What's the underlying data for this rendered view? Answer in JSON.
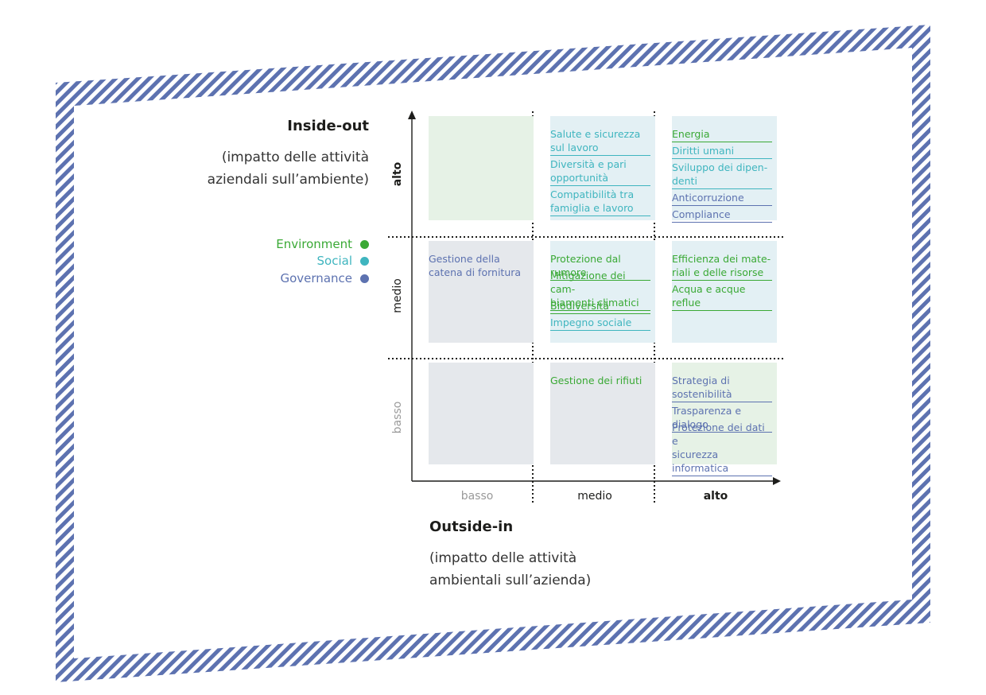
{
  "y_axis": {
    "title": "Inside-out",
    "subtitle": "(impatto delle attività\naziendali sull’ambiente)",
    "levels": [
      "alto",
      "medio",
      "basso"
    ]
  },
  "x_axis": {
    "title": "Outside-in",
    "subtitle": "(impatto delle attività\nambientali sull’azienda)",
    "levels": [
      "basso",
      "medio",
      "alto"
    ]
  },
  "colors": {
    "environment": "#3aa935",
    "social": "#3fb5bf",
    "governance": "#5d72b0",
    "fill_environment": "#e6f2e6",
    "fill_social": "#e3f0f4",
    "fill_governance": "#e5e8ec",
    "frame": "#5d72b0"
  },
  "legend": [
    {
      "label": "Environment",
      "category": "environment"
    },
    {
      "label": "Social",
      "category": "social"
    },
    {
      "label": "Governance",
      "category": "governance"
    }
  ],
  "matrix": {
    "alto_basso": {
      "fill": "environment",
      "items": []
    },
    "alto_medio": {
      "fill": "social",
      "items": [
        {
          "text": "Salute e sicurezza\nsul lavoro",
          "category": "social"
        },
        {
          "text": "Diversità e pari\nopportunità",
          "category": "social"
        },
        {
          "text": "Compatibilità tra\nfamiglia e lavoro",
          "category": "social"
        }
      ]
    },
    "alto_alto": {
      "fill": "social",
      "items": [
        {
          "text": "Energia",
          "category": "environment"
        },
        {
          "text": "Diritti umani",
          "category": "social"
        },
        {
          "text": "Sviluppo dei dipen-\ndenti",
          "category": "social"
        },
        {
          "text": "Anticorruzione",
          "category": "governance"
        },
        {
          "text": "Compliance",
          "category": "governance"
        }
      ]
    },
    "medio_basso": {
      "fill": "governance",
      "items": [
        {
          "text": "Gestione della\ncatena di fornitura",
          "category": "governance",
          "underline": false
        }
      ]
    },
    "medio_medio": {
      "fill": "social",
      "items": [
        {
          "text": "Protezione dal rumore",
          "category": "environment"
        },
        {
          "text": "Mitigazione dei cam-\nbiamenti climatici",
          "category": "environment"
        },
        {
          "text": "Biodiversità",
          "category": "environment"
        },
        {
          "text": "Impegno sociale",
          "category": "social"
        }
      ]
    },
    "medio_alto": {
      "fill": "social",
      "items": [
        {
          "text": "Efficienza dei mate-\nriali e delle risorse",
          "category": "environment"
        },
        {
          "text": "Acqua e acque reflue",
          "category": "environment"
        }
      ]
    },
    "basso_basso": {
      "fill": "governance",
      "items": []
    },
    "basso_medio": {
      "fill": "governance",
      "items": [
        {
          "text": "Gestione dei rifiuti",
          "category": "environment",
          "underline": false
        }
      ]
    },
    "basso_alto": {
      "fill": "environment",
      "items": [
        {
          "text": "Strategia di\nsostenibilità",
          "category": "governance"
        },
        {
          "text": "Trasparenza e dialogo",
          "category": "governance"
        },
        {
          "text": "Protezione dei dati e\nsicurezza informatica",
          "category": "governance"
        }
      ]
    }
  }
}
